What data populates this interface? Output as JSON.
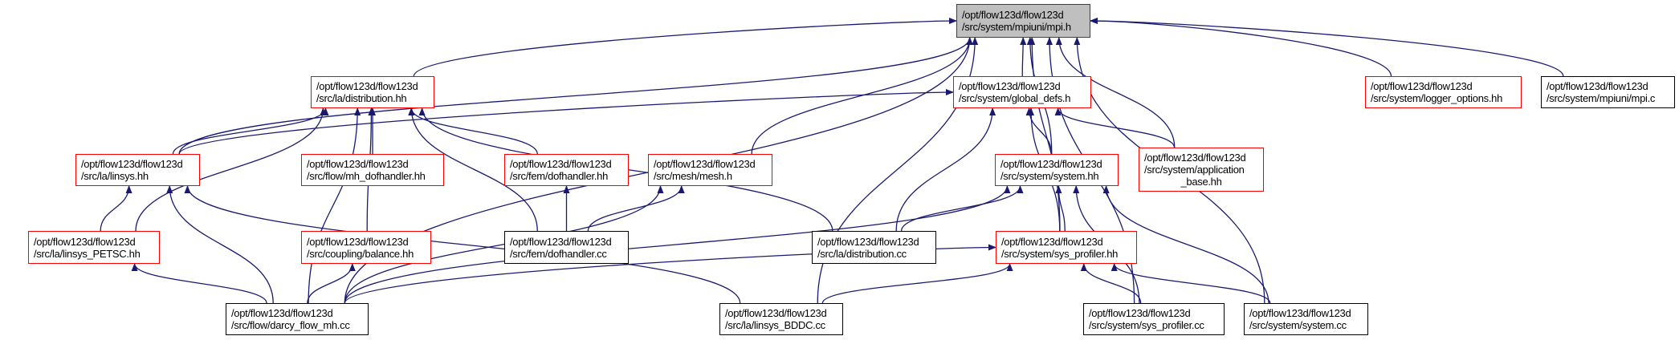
{
  "graph": {
    "edge_color": "#191970",
    "nodes": [
      {
        "id": "mpi_h",
        "lines": [
          "/opt/flow123d/flow123d",
          "/src/system/mpiuni/mpi.h"
        ],
        "style": "root"
      },
      {
        "id": "distribution_hh",
        "lines": [
          "/opt/flow123d/flow123d",
          "/src/la/distribution.hh"
        ],
        "style": "red"
      },
      {
        "id": "global_defs_h",
        "lines": [
          "/opt/flow123d/flow123d",
          "/src/system/global_defs.h"
        ],
        "style": "red"
      },
      {
        "id": "logger_options_hh",
        "lines": [
          "/opt/flow123d/flow123d",
          "/src/system/logger_options.hh"
        ],
        "style": "red"
      },
      {
        "id": "mpi_c",
        "lines": [
          "/opt/flow123d/flow123d",
          "/src/system/mpiuni/mpi.c"
        ],
        "style": "black"
      },
      {
        "id": "linsys_hh",
        "lines": [
          "/opt/flow123d/flow123d",
          "/src/la/linsys.hh"
        ],
        "style": "red"
      },
      {
        "id": "mh_dofhandler_hh",
        "lines": [
          "/opt/flow123d/flow123d",
          "/src/flow/mh_dofhandler.hh"
        ],
        "style": "red"
      },
      {
        "id": "fem_dofhandler_hh",
        "lines": [
          "/opt/flow123d/flow123d",
          "/src/fem/dofhandler.hh"
        ],
        "style": "red"
      },
      {
        "id": "mesh_h",
        "lines": [
          "/opt/flow123d/flow123d",
          "/src/mesh/mesh.h"
        ],
        "style": "red"
      },
      {
        "id": "system_hh",
        "lines": [
          "/opt/flow123d/flow123d",
          "/src/system/system.hh"
        ],
        "style": "red"
      },
      {
        "id": "application_base_hh",
        "lines": [
          "/opt/flow123d/flow123d",
          "/src/system/application",
          "_base.hh"
        ],
        "style": "red"
      },
      {
        "id": "linsys_petsc_hh",
        "lines": [
          "/opt/flow123d/flow123d",
          "/src/la/linsys_PETSC.hh"
        ],
        "style": "red"
      },
      {
        "id": "balance_hh",
        "lines": [
          "/opt/flow123d/flow123d",
          "/src/coupling/balance.hh"
        ],
        "style": "red"
      },
      {
        "id": "fem_dofhandler_cc",
        "lines": [
          "/opt/flow123d/flow123d",
          "/src/fem/dofhandler.cc"
        ],
        "style": "black"
      },
      {
        "id": "distribution_cc",
        "lines": [
          "/opt/flow123d/flow123d",
          "/src/la/distribution.cc"
        ],
        "style": "black"
      },
      {
        "id": "sys_profiler_hh",
        "lines": [
          "/opt/flow123d/flow123d",
          "/src/system/sys_profiler.hh"
        ],
        "style": "red"
      },
      {
        "id": "darcy_flow_mh_cc",
        "lines": [
          "/opt/flow123d/flow123d",
          "/src/flow/darcy_flow_mh.cc"
        ],
        "style": "black"
      },
      {
        "id": "linsys_bddc_cc",
        "lines": [
          "/opt/flow123d/flow123d",
          "/src/la/linsys_BDDC.cc"
        ],
        "style": "black"
      },
      {
        "id": "sys_profiler_cc",
        "lines": [
          "/opt/flow123d/flow123d",
          "/src/system/sys_profiler.cc"
        ],
        "style": "black"
      },
      {
        "id": "system_cc",
        "lines": [
          "/opt/flow123d/flow123d",
          "/src/system/system.cc"
        ],
        "style": "black"
      }
    ],
    "edges": [
      [
        "distribution_hh",
        "mpi_h"
      ],
      [
        "linsys_hh",
        "mpi_h"
      ],
      [
        "darcy_flow_mh_cc",
        "mpi_h"
      ],
      [
        "mesh_h",
        "mpi_h"
      ],
      [
        "linsys_bddc_cc",
        "mpi_h"
      ],
      [
        "global_defs_h",
        "mpi_h"
      ],
      [
        "system_hh",
        "mpi_h"
      ],
      [
        "sys_profiler_hh",
        "mpi_h"
      ],
      [
        "application_base_hh",
        "mpi_h"
      ],
      [
        "sys_profiler_cc",
        "mpi_h"
      ],
      [
        "system_cc",
        "mpi_h"
      ],
      [
        "logger_options_hh",
        "mpi_h"
      ],
      [
        "mpi_c",
        "mpi_h"
      ],
      [
        "linsys_hh",
        "distribution_hh"
      ],
      [
        "linsys_petsc_hh",
        "distribution_hh"
      ],
      [
        "darcy_flow_mh_cc",
        "distribution_hh"
      ],
      [
        "balance_hh",
        "distribution_hh"
      ],
      [
        "mh_dofhandler_hh",
        "distribution_hh"
      ],
      [
        "fem_dofhandler_hh",
        "distribution_hh"
      ],
      [
        "fem_dofhandler_cc",
        "distribution_hh"
      ],
      [
        "distribution_cc",
        "distribution_hh"
      ],
      [
        "linsys_hh",
        "global_defs_h"
      ],
      [
        "system_hh",
        "global_defs_h"
      ],
      [
        "sys_profiler_hh",
        "global_defs_h"
      ],
      [
        "application_base_hh",
        "global_defs_h"
      ],
      [
        "distribution_cc",
        "global_defs_h"
      ],
      [
        "linsys_petsc_hh",
        "linsys_hh"
      ],
      [
        "darcy_flow_mh_cc",
        "linsys_hh"
      ],
      [
        "linsys_bddc_cc",
        "linsys_hh"
      ],
      [
        "darcy_flow_mh_cc",
        "linsys_petsc_hh"
      ],
      [
        "darcy_flow_mh_cc",
        "balance_hh"
      ],
      [
        "fem_dofhandler_cc",
        "fem_dofhandler_hh"
      ],
      [
        "fem_dofhandler_cc",
        "mesh_h"
      ],
      [
        "darcy_flow_mh_cc",
        "mesh_h"
      ],
      [
        "distribution_cc",
        "system_hh"
      ],
      [
        "darcy_flow_mh_cc",
        "system_hh"
      ],
      [
        "sys_profiler_hh",
        "system_hh"
      ],
      [
        "sys_profiler_cc",
        "system_hh"
      ],
      [
        "system_cc",
        "system_hh"
      ],
      [
        "darcy_flow_mh_cc",
        "sys_profiler_hh"
      ],
      [
        "linsys_bddc_cc",
        "sys_profiler_hh"
      ],
      [
        "sys_profiler_cc",
        "sys_profiler_hh"
      ],
      [
        "system_cc",
        "sys_profiler_hh"
      ]
    ]
  }
}
